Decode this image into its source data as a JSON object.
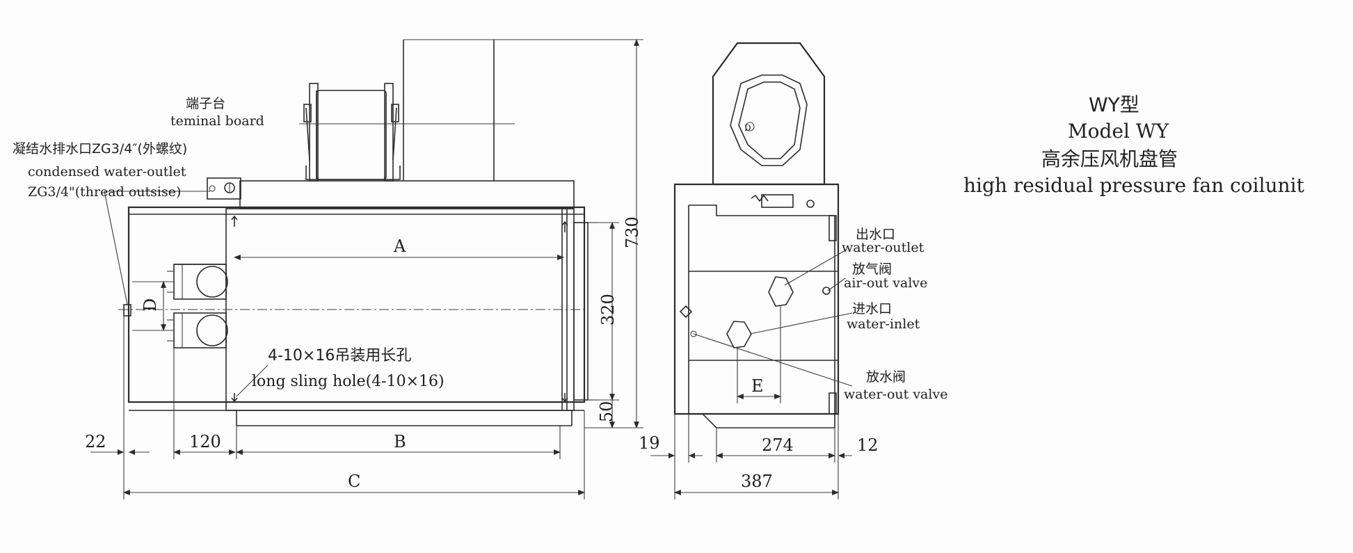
{
  "title": {
    "model_cn": "WY型",
    "model_en": "Model WY",
    "name_cn": "高余压风机盘管",
    "name_en": "high residual pressure fan coilunit"
  },
  "front_view": {
    "terminal_cn": "端子台",
    "terminal_en": "teminal board",
    "condensed_cn": "凝结水排水口ZG3/4″(外螺纹)",
    "condensed_en1": "condensed water-outlet",
    "condensed_en2": "ZG3/4\"(thread outsise)",
    "sling_cn": "4-10×16吊装用长孔",
    "sling_en": "long sling hole(4-10×16)",
    "dim_A": "A",
    "dim_B": "B",
    "dim_C": "C",
    "dim_D": "D",
    "dim_22": "22",
    "dim_120": "120",
    "dim_730": "730",
    "dim_320": "320",
    "dim_50": "50"
  },
  "side_view": {
    "water_outlet_cn": "出水口",
    "water_outlet_en": "water-outlet",
    "air_valve_cn": "放气阀",
    "air_valve_en": "air-out valve",
    "water_inlet_cn": "进水口",
    "water_inlet_en": "water-inlet",
    "water_out_valve_cn": "放水阀",
    "water_out_valve_en": "water-out valve",
    "dim_E": "E",
    "dim_19": "19",
    "dim_274": "274",
    "dim_12": "12",
    "dim_387": "387"
  }
}
